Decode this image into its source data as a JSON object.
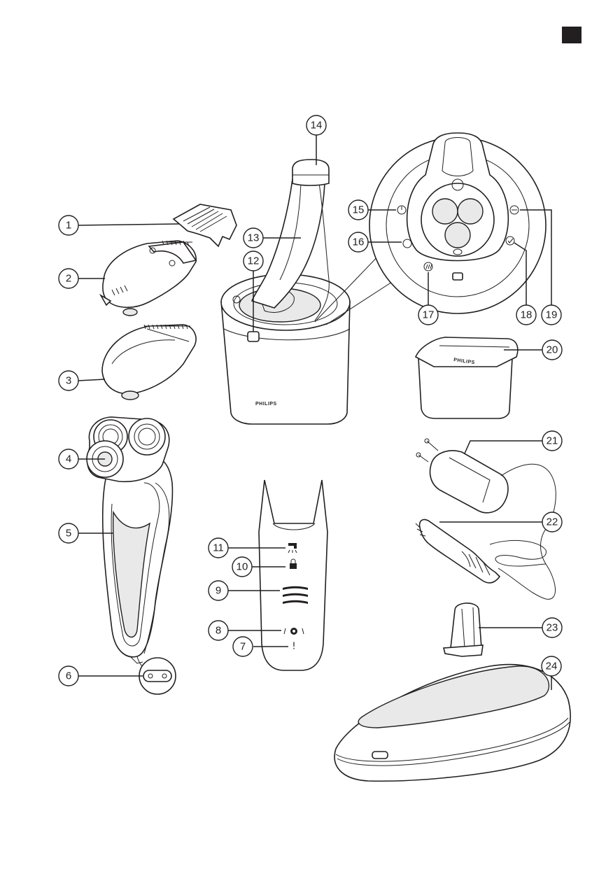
{
  "header": {
    "tab_color": "#231f20"
  },
  "brand": {
    "name": "PHILIPS"
  },
  "callouts": [
    {
      "label": "1"
    },
    {
      "label": "2"
    },
    {
      "label": "3"
    },
    {
      "label": "4"
    },
    {
      "label": "5"
    },
    {
      "label": "6"
    },
    {
      "label": "7"
    },
    {
      "label": "8"
    },
    {
      "label": "9"
    },
    {
      "label": "10"
    },
    {
      "label": "11"
    },
    {
      "label": "12"
    },
    {
      "label": "13"
    },
    {
      "label": "14"
    },
    {
      "label": "15"
    },
    {
      "label": "16"
    },
    {
      "label": "17"
    },
    {
      "label": "18"
    },
    {
      "label": "19"
    },
    {
      "label": "20"
    },
    {
      "label": "21"
    },
    {
      "label": "22"
    },
    {
      "label": "23"
    },
    {
      "label": "24"
    }
  ],
  "handle_symbols": {
    "warning": "!"
  },
  "icons": [
    "tap-icon",
    "lock-icon",
    "battery-icon",
    "shaving-head-icon",
    "exclamation-icon",
    "power-icon",
    "cleaning-icon",
    "drying-icon",
    "cartridge-icon",
    "check-icon"
  ]
}
